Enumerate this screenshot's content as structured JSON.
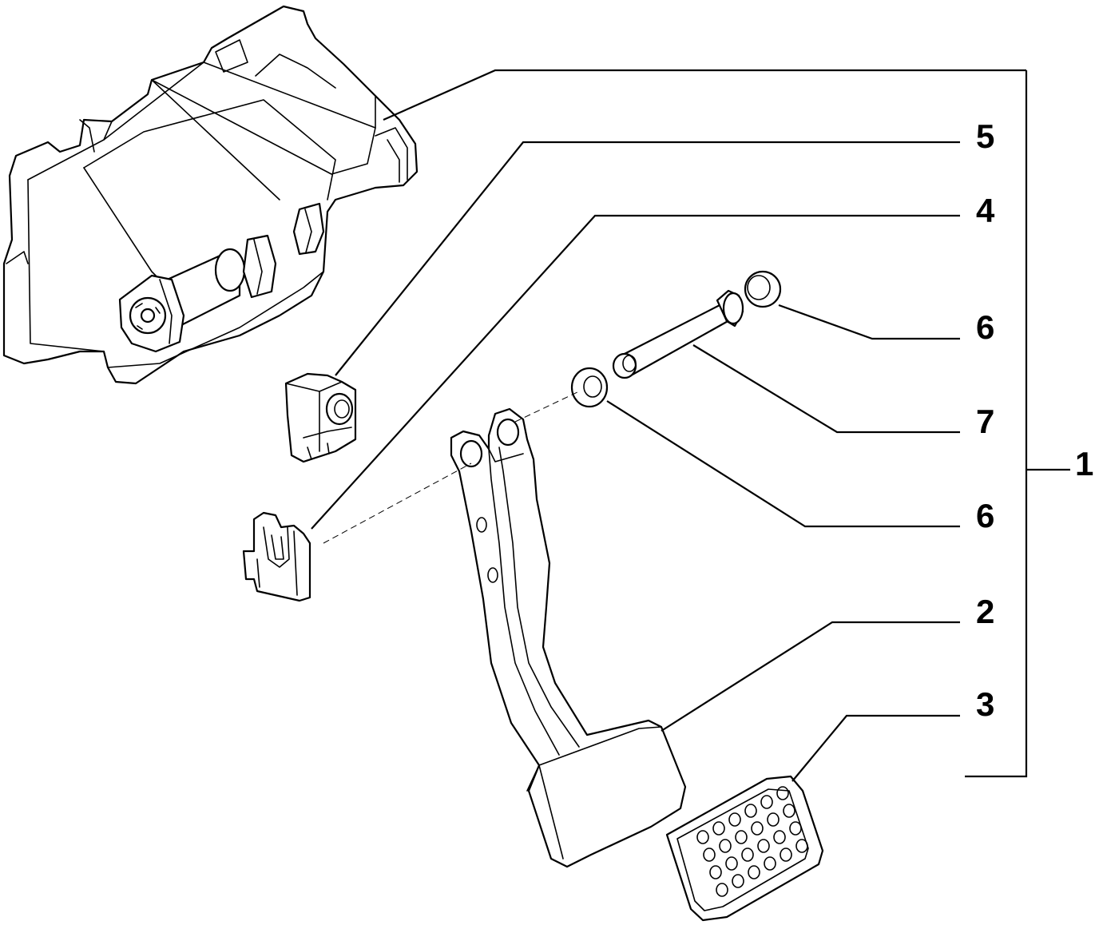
{
  "callouts": {
    "assembly": "1",
    "pedal_lever": "2",
    "pedal_pad": "3",
    "clip": "4",
    "switch_bracket": "5",
    "bushing_upper": "6",
    "pivot_pin": "7",
    "bushing_lower": "6"
  }
}
